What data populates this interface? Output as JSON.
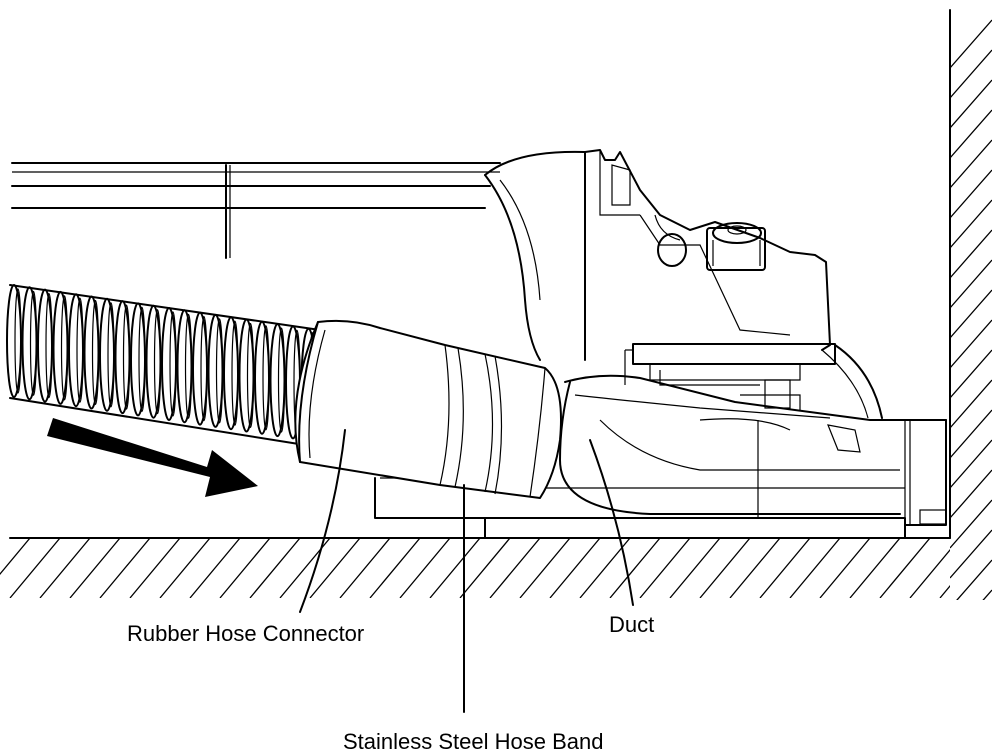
{
  "labels": {
    "rubber_hose_connector": "Rubber Hose Connector",
    "duct": "Duct",
    "stainless_steel_hose_band": "Stainless Steel Hose Band"
  },
  "colors": {
    "line": "#000000",
    "background": "#ffffff",
    "arrow": "#000000"
  }
}
